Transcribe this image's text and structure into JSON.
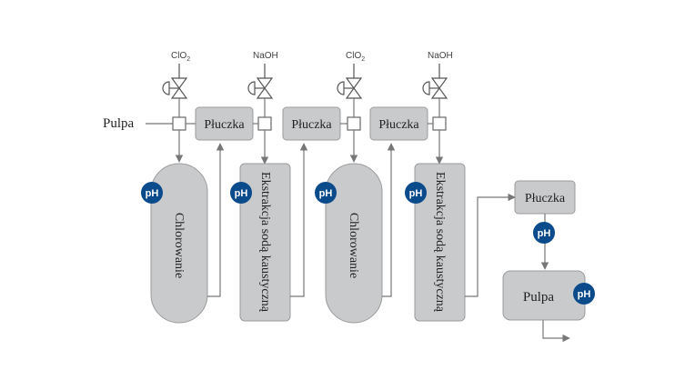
{
  "inlet_label": "Pulpa",
  "reagents": {
    "clo2": "ClO",
    "clo2_sub": "2",
    "naoh": "NaOH"
  },
  "washers": {
    "w1": "Płuczka",
    "w2": "Płuczka",
    "w3": "Płuczka",
    "w4": "Płuczka"
  },
  "vessels": {
    "chlorination1": "Chlorowanie",
    "extraction1": "Ekstrakcja sodą kaustyczną",
    "chlorination2": "Chlorowanie",
    "extraction2": "Ekstrakcja sodą kaustyczną"
  },
  "final_tank": "Pulpa",
  "ph_badge": "pH",
  "colors": {
    "vessel_fill": "#c9cacc",
    "vessel_stroke": "#9a9b9d",
    "line": "#777777",
    "ph_badge": "#0b4a8b"
  }
}
